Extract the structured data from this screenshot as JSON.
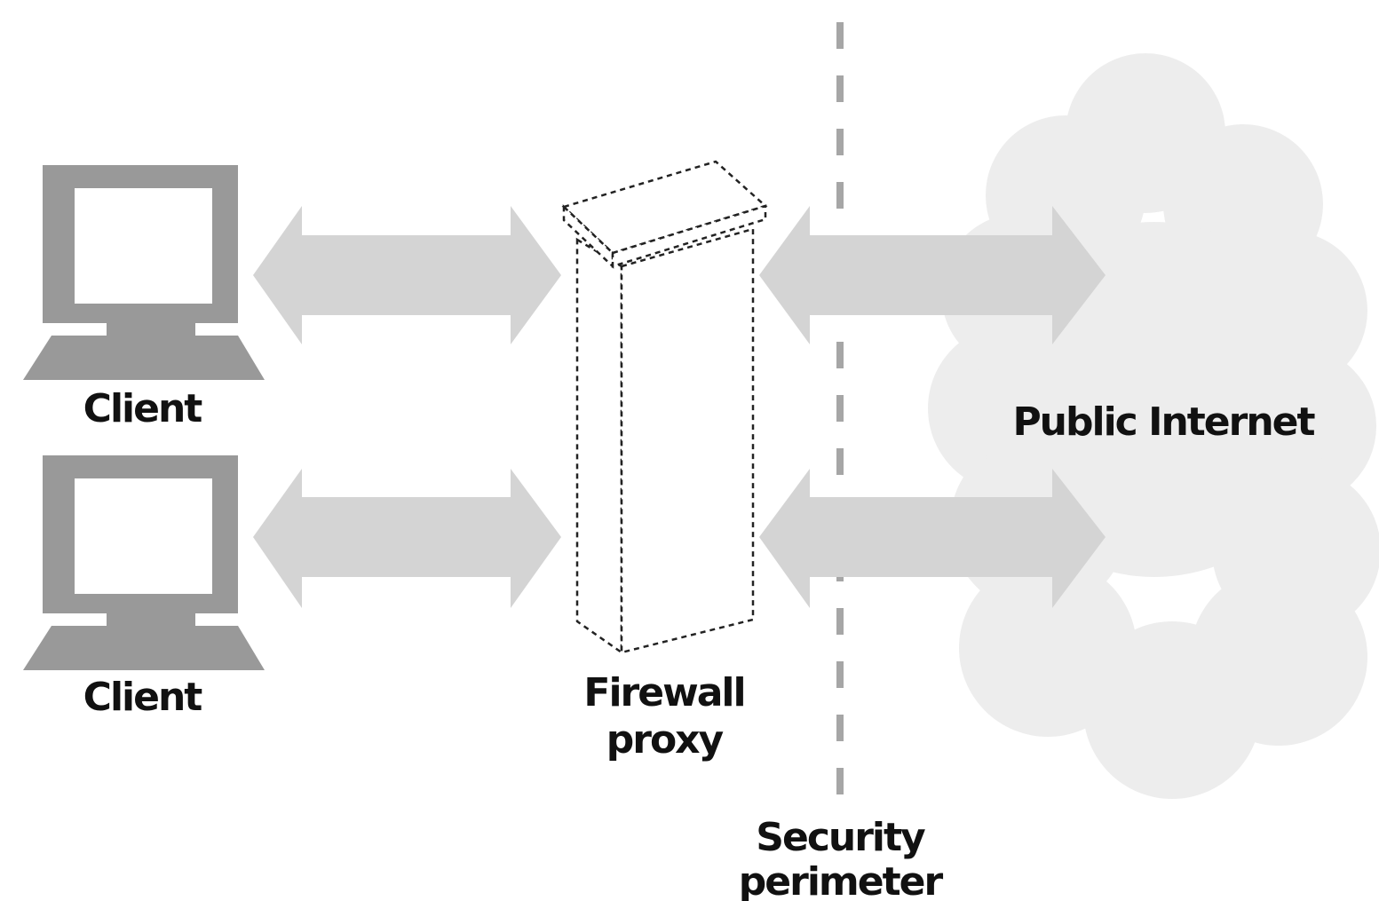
{
  "diagram": {
    "clients": [
      {
        "label": "Client"
      },
      {
        "label": "Client"
      }
    ],
    "proxy": {
      "label_line1": "Firewall",
      "label_line2": "proxy"
    },
    "perimeter": {
      "label_line1": "Security",
      "label_line2": "perimeter"
    },
    "internet": {
      "label": "Public Internet"
    },
    "colors": {
      "computer": "#999999",
      "arrow": "#d4d4d4",
      "cloud": "#ededed",
      "dashed_line": "#a6a6a6",
      "text": "#111111"
    },
    "connections": [
      {
        "from": "Client",
        "to": "Firewall proxy",
        "direction": "bidirectional"
      },
      {
        "from": "Client",
        "to": "Firewall proxy",
        "direction": "bidirectional"
      },
      {
        "from": "Firewall proxy",
        "to": "Public Internet",
        "direction": "bidirectional"
      },
      {
        "from": "Firewall proxy",
        "to": "Public Internet",
        "direction": "bidirectional"
      }
    ]
  }
}
